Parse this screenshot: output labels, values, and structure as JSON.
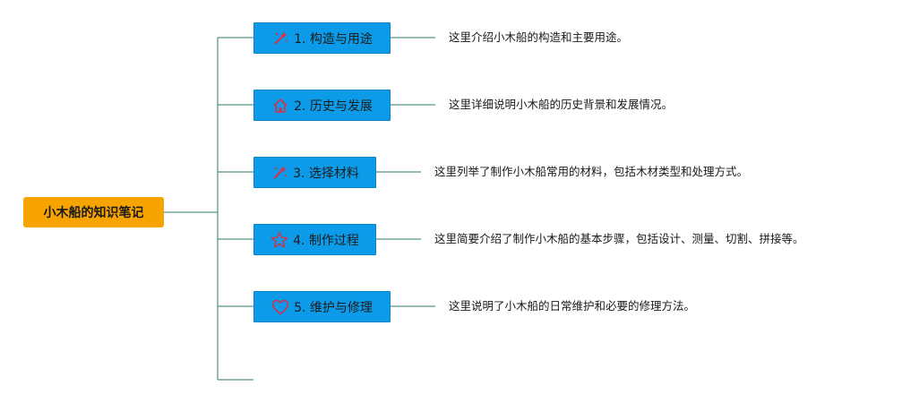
{
  "root": {
    "label": "小木船的知识笔记",
    "color": "#f7a400"
  },
  "branch_color": "#0b9be8",
  "line_color": "#2e7d61",
  "icon_color": "#d6304a",
  "branches": [
    {
      "label": "1. 构造与用途",
      "icon": "magic-wand-icon",
      "description": "这里介绍小木船的构造和主要用途。"
    },
    {
      "label": "2. 历史与发展",
      "icon": "home-icon",
      "description": "这里详细说明小木船的历史背景和发展情况。"
    },
    {
      "label": "3. 选择材料",
      "icon": "magic-wand-icon",
      "description": "这里列举了制作小木船常用的材料，包括木材类型和处理方式。"
    },
    {
      "label": "4. 制作过程",
      "icon": "star-icon",
      "description": "这里简要介绍了制作小木船的基本步骤，包括设计、测量、切割、拼接等。"
    },
    {
      "label": "5. 维护与修理",
      "icon": "heart-icon",
      "description": "这里说明了小木船的日常维护和必要的修理方法。"
    }
  ]
}
